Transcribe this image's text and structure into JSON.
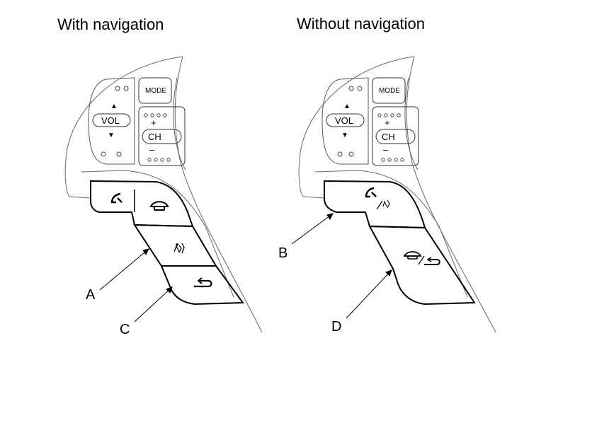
{
  "panels": [
    {
      "title": "With navigation",
      "labels": {
        "vol": "VOL",
        "ch": "CH",
        "mode": "MODE",
        "plus": "+",
        "minus": "–",
        "up": "▲",
        "down": "▼"
      },
      "callouts": [
        "A",
        "C"
      ],
      "icons": [
        "pick-up-phone-icon",
        "hang-up-phone-icon",
        "voice-command-icon",
        "back-arrow-icon"
      ]
    },
    {
      "title": "Without navigation",
      "labels": {
        "vol": "VOL",
        "ch": "CH",
        "mode": "MODE",
        "plus": "+",
        "minus": "–",
        "up": "▲",
        "down": "▼"
      },
      "callouts": [
        "B",
        "D"
      ],
      "icons": [
        "pick-up-voice-icon",
        "hang-up-back-icon"
      ]
    }
  ]
}
